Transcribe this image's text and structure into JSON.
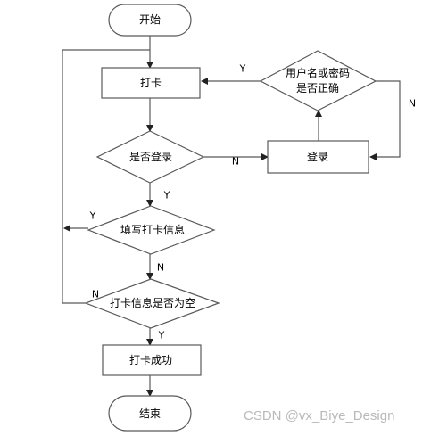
{
  "flowchart": {
    "start": "开始",
    "punch": "打卡",
    "check_credentials": "用户名或密码是否正确",
    "check_credentials_line1": "用户名或密码",
    "check_credentials_line2": "是否正确",
    "is_logged_in": "是否登录",
    "login": "登录",
    "fill_info": "填写打卡信息",
    "info_empty": "打卡信息是否为空",
    "punch_success": "打卡成功",
    "end": "结束"
  },
  "edge_labels": {
    "credentials_yes": "Y",
    "credentials_no": "N",
    "logged_in_no": "N",
    "logged_in_yes": "Y",
    "fill_yes": "Y",
    "fill_no": "N",
    "empty_no": "N",
    "empty_yes": "Y"
  },
  "watermark": "CSDN @vx_Biye_Design",
  "colors": {
    "stroke": "#595959",
    "text": "#000000",
    "watermark": "#b9b9b9"
  }
}
